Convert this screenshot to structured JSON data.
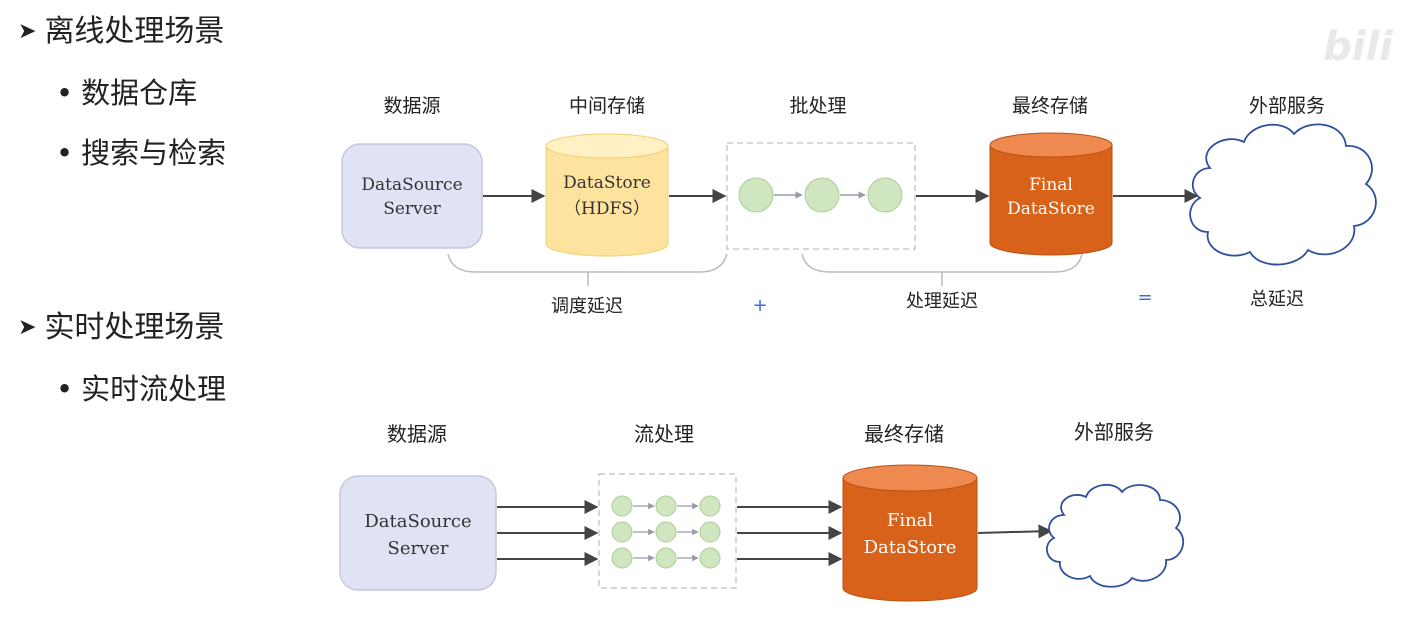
{
  "left_panel": {
    "offline": {
      "marker": "➤",
      "title": "离线处理场景",
      "items": [
        "数据仓库",
        "搜索与检索"
      ]
    },
    "realtime": {
      "marker": "➤",
      "title": "实时处理场景",
      "items": [
        "实时流处理"
      ]
    }
  },
  "batch_diagram": {
    "labels": {
      "source": "数据源",
      "intermediate": "中间存储",
      "batch": "批处理",
      "final": "最终存储",
      "external": "外部服务"
    },
    "source_box": {
      "line1": "DataSource",
      "line2": "Server"
    },
    "intermediate_box": {
      "line1": "DataStore",
      "line2": "（HDFS）"
    },
    "final_box": {
      "line1": "Final",
      "line2": "DataStore"
    },
    "latency": {
      "schedule": "调度延迟",
      "plus": "+",
      "process": "处理延迟",
      "equals": "=",
      "total": "总延迟"
    }
  },
  "stream_diagram": {
    "labels": {
      "source": "数据源",
      "stream": "流处理",
      "final": "最终存储",
      "external": "外部服务"
    },
    "source_box": {
      "line1": "DataSource",
      "line2": "Server"
    },
    "final_box": {
      "line1": "Final",
      "line2": "DataStore"
    }
  },
  "colors": {
    "source_fill": "#dfe3f4",
    "source_stroke": "#c3c8de",
    "hdfs_fill": "#fde39d",
    "hdfs_top": "#fff1c4",
    "final_fill": "#d9621b",
    "final_top": "#ee8a4f",
    "node_fill": "#cfe6c0",
    "node_stroke": "#a9cf95",
    "arrow": "#444444",
    "bracket": "#bbbbbb",
    "operator": "#3a6fd0"
  },
  "watermark": "bili"
}
